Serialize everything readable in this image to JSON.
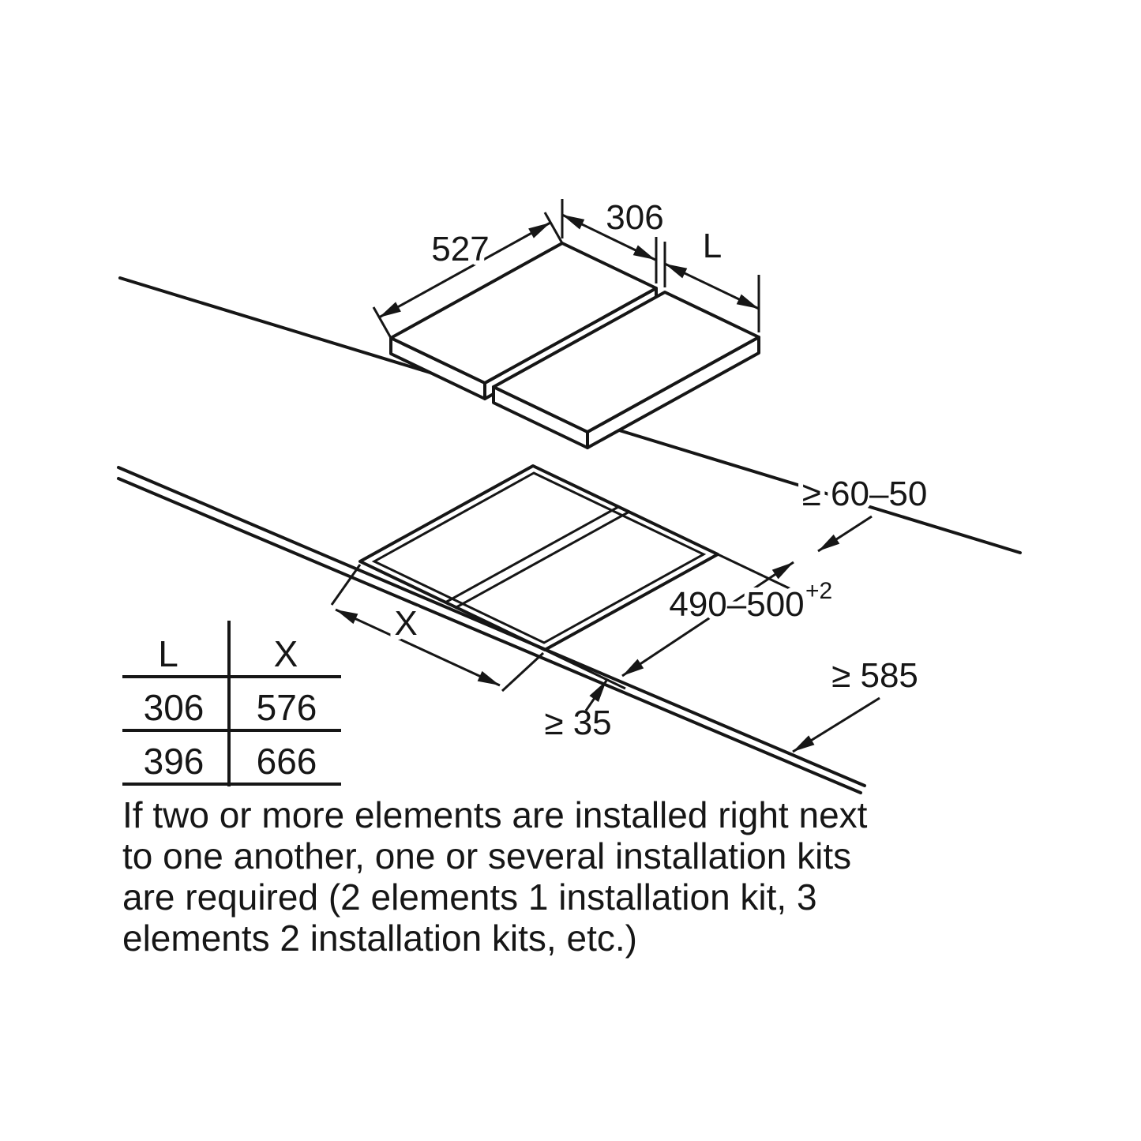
{
  "diagram": {
    "dims": {
      "element_width": "306",
      "depth": "527",
      "second_width": "L",
      "rear_clearance": "≥ 60–50",
      "cutout_depth": "490–500",
      "cutout_depth_sup": "+2",
      "worktop_depth": "≥ 585",
      "front_clearance": "≥ 35",
      "cutout_width": "X"
    },
    "table": {
      "headers": {
        "l": "L",
        "x": "X"
      },
      "rows": [
        {
          "l": "306",
          "x": "576"
        },
        {
          "l": "396",
          "x": "666"
        }
      ]
    },
    "note": {
      "lines": [
        "If two or more elements are installed right next",
        "to one another, one or several installation kits",
        "are required (2 elements 1 installation kit, 3",
        "elements 2 installation kits, etc.)"
      ]
    },
    "colors": {
      "ink": "#161616",
      "background": "#ffffff"
    }
  }
}
